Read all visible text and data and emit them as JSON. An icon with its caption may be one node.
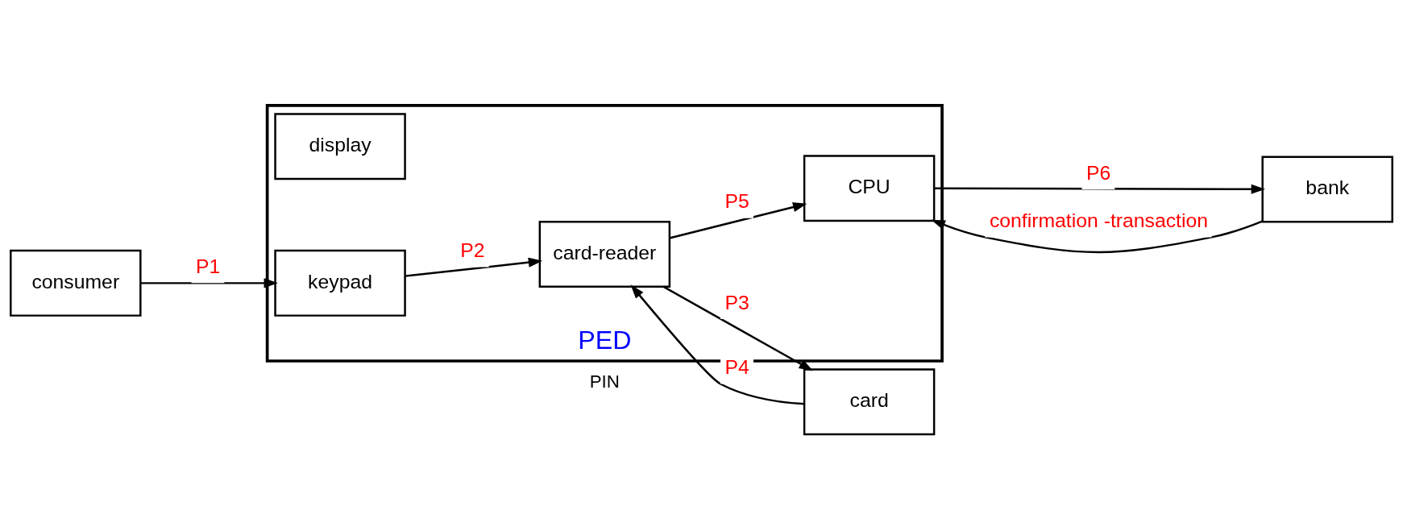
{
  "diagram": {
    "nodes": [
      {
        "text": [
          "PED"
        ]
      },
      {
        "text": [
          "bank"
        ]
      },
      {
        "text": [
          "CPU"
        ],
        "in": 0
      },
      {
        "text": [
          "card-reader"
        ],
        "in": 0
      },
      {
        "text": [
          "card"
        ]
      },
      {
        "text": [
          "display"
        ],
        "in": 0
      },
      {
        "text": [
          "keypad"
        ],
        "in": 0
      },
      {
        "text": [
          "consumer"
        ]
      }
    ],
    "edges": [
      {
        "from": 2,
        "to": 1,
        "arrow": "to",
        "label": "P6"
      },
      {
        "from": 1,
        "to": 2,
        "arrow": "to",
        "label": "confirmation -transaction"
      },
      {
        "from": 3,
        "to": 2,
        "arrow": "to",
        "label": "P5"
      },
      {
        "from": 3,
        "to": 4,
        "arrow": "to",
        "label": "P3"
      },
      {
        "from": 4,
        "to": 3,
        "arrow": "to",
        "label": "P4"
      },
      {
        "from": 6,
        "to": 3,
        "arrow": "to",
        "label": "P2"
      },
      {
        "from": 7,
        "to": 6,
        "arrow": "to",
        "label": "P1"
      }
    ],
    "labels": [
      "PIN"
    ]
  }
}
